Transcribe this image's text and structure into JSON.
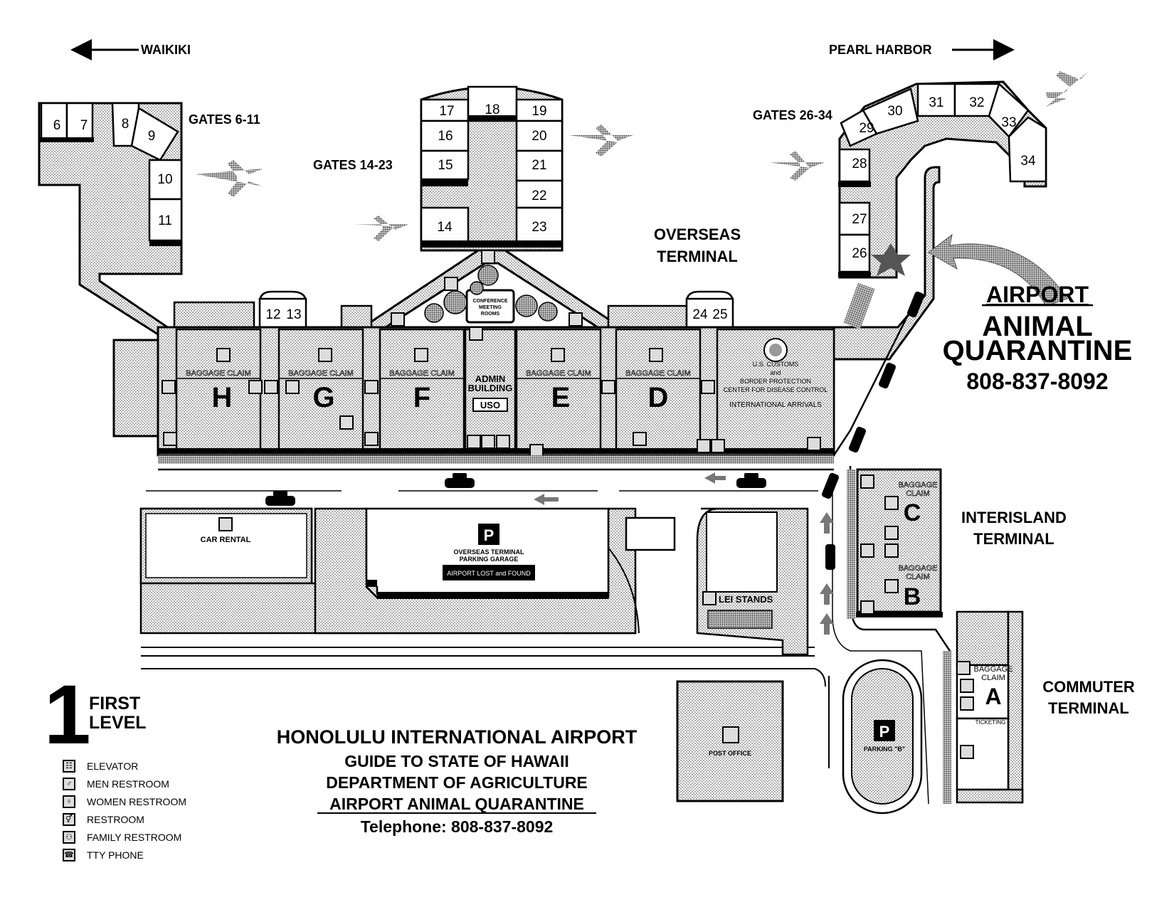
{
  "directions": {
    "left": "WAIKIKI",
    "right": "PEARL HARBOR"
  },
  "gate_groups": {
    "west": "GATES 6-11",
    "central": "GATES 14-23",
    "east": "GATES 26-34"
  },
  "gates": {
    "g6": "6",
    "g7": "7",
    "g8": "8",
    "g9": "9",
    "g10": "10",
    "g11": "11",
    "g12": "12",
    "g13": "13",
    "g14": "14",
    "g15": "15",
    "g16": "16",
    "g17": "17",
    "g18": "18",
    "g19": "19",
    "g20": "20",
    "g21": "21",
    "g22": "22",
    "g23": "23",
    "g24": "24",
    "g25": "25",
    "g26": "26",
    "g27": "27",
    "g28": "28",
    "g29": "29",
    "g30": "30",
    "g31": "31",
    "g32": "32",
    "g33": "33",
    "g34": "34"
  },
  "terminals": {
    "overseas_line1": "OVERSEAS",
    "overseas_line2": "TERMINAL",
    "interisland_line1": "INTERISLAND",
    "interisland_line2": "TERMINAL",
    "commuter_line1": "COMMUTER",
    "commuter_line2": "TERMINAL"
  },
  "lobbies": {
    "h": "H",
    "g": "G",
    "f": "F",
    "e": "E",
    "d": "D",
    "c": "C",
    "b": "B",
    "a": "A"
  },
  "baggage_claim": "BAGGAGE CLAIM",
  "baggage_claim_l1": "BAGGAGE",
  "baggage_claim_l2": "CLAIM",
  "admin_l1": "ADMIN",
  "admin_l2": "BUILDING",
  "uso": "USO",
  "conference_l1": "CONFERENCE",
  "conference_l2": "MEETING",
  "conference_l3": "ROOMS",
  "customs": {
    "l1": "U.S. CUSTOMS",
    "l2": "and",
    "l3": "BORDER PROTECTION",
    "l4": "CENTER FOR DISEASE CONTROL",
    "l5": "INTERNATIONAL ARRIVALS"
  },
  "car_rental": "CAR RENTAL",
  "garage_l1": "OVERSEAS TERMINAL",
  "garage_l2": "PARKING GARAGE",
  "lost_found": "AIRPORT LOST and FOUND",
  "lei_stands": "LEI STANDS",
  "post_office": "POST OFFICE",
  "parking_b": "PARKING \"B\"",
  "ticketing": "TICKETING",
  "parking_symbol": "P",
  "quarantine": {
    "l1": "AIRPORT",
    "l2": "ANIMAL",
    "l3": "QUARANTINE",
    "phone": "808-837-8092"
  },
  "level": {
    "number": "1",
    "l1": "FIRST",
    "l2": "LEVEL"
  },
  "title": {
    "l1": "HONOLULU INTERNATIONAL AIRPORT",
    "l2": "GUIDE TO STATE OF HAWAII",
    "l3": "DEPARTMENT OF AGRICULTURE",
    "l4": "AIRPORT ANIMAL QUARANTINE",
    "l5": "Telephone: 808-837-8092"
  },
  "legend": [
    {
      "icon": "elevator-icon",
      "label": "ELEVATOR"
    },
    {
      "icon": "men-restroom-icon",
      "label": "MEN RESTROOM"
    },
    {
      "icon": "women-restroom-icon",
      "label": "WOMEN RESTROOM"
    },
    {
      "icon": "restroom-icon",
      "label": "RESTROOM"
    },
    {
      "icon": "family-restroom-icon",
      "label": "FAMILY RESTROOM"
    },
    {
      "icon": "tty-phone-icon",
      "label": "TTY PHONE"
    }
  ]
}
